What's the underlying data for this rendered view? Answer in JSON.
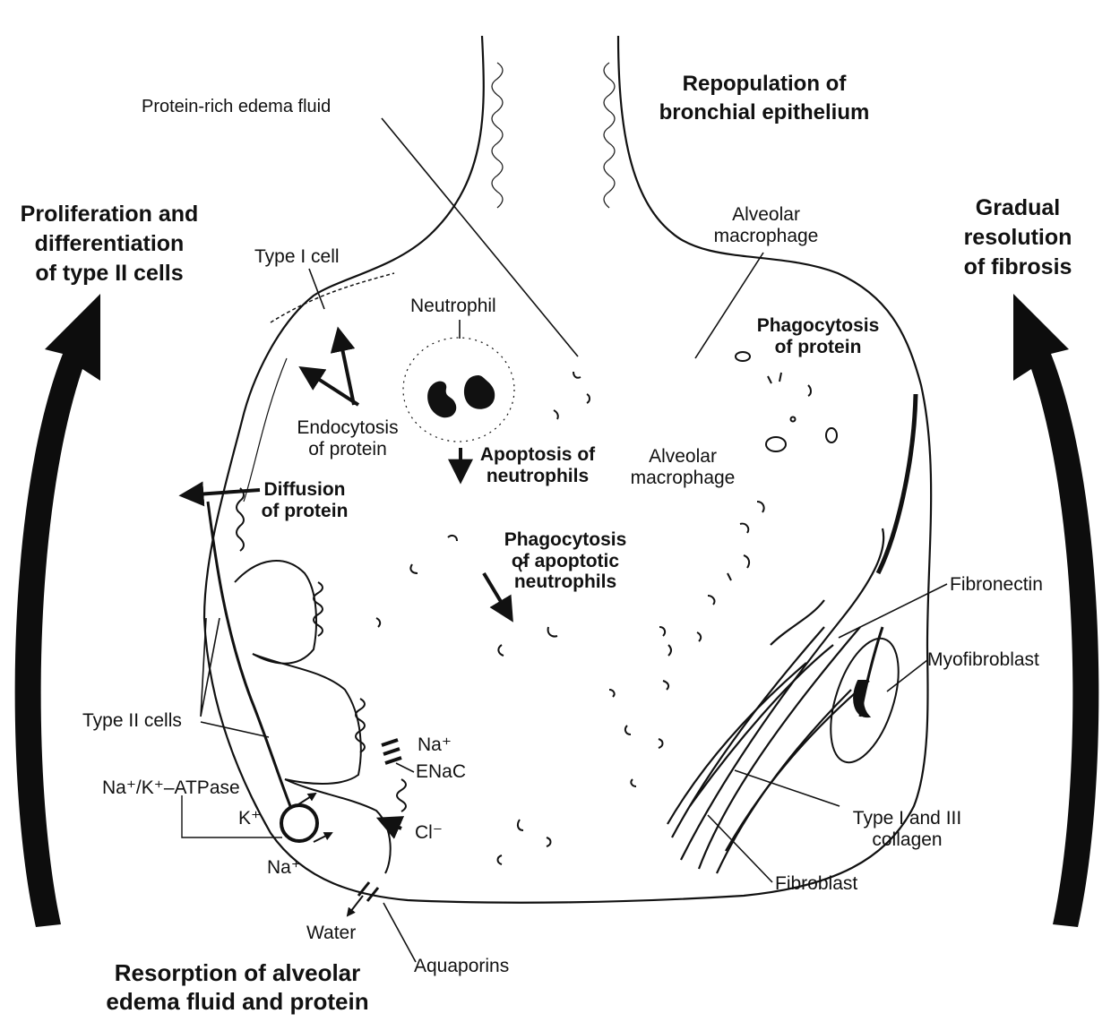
{
  "headings": {
    "left": [
      "Proliferation and",
      "differentiation",
      "of type II cells"
    ],
    "top_right": [
      "Repopulation of",
      "bronchial epithelium"
    ],
    "right": [
      "Gradual",
      "resolution",
      "of fibrosis"
    ],
    "bottom": [
      "Resorption of alveolar",
      "edema fluid and protein"
    ]
  },
  "labels": {
    "protein_edema": "Protein-rich edema fluid",
    "type1_cell": "Type I cell",
    "neutrophil": "Neutrophil",
    "alveolar_macrophage_top": [
      "Alveolar",
      "macrophage"
    ],
    "phagocytosis_protein": [
      "Phagocytosis",
      "of protein"
    ],
    "endocytosis": [
      "Endocytosis",
      "of protein"
    ],
    "apoptosis": [
      "Apoptosis of",
      "neutrophils"
    ],
    "alveolar_macrophage_mid": [
      "Alveolar",
      "macrophage"
    ],
    "diffusion": [
      "Diffusion",
      "of protein"
    ],
    "phagocytosis_apoptotic": [
      "Phagocytosis",
      "of apoptotic",
      "neutrophils"
    ],
    "fibronectin": "Fibronectin",
    "myofibroblast": "Myofibroblast",
    "type2_cells": "Type II cells",
    "na_plus": "Na⁺",
    "enac": "ENaC",
    "na_k_atpase": "Na⁺/K⁺–ATPase",
    "k_plus": "K⁺",
    "cl_minus": "Cl⁻",
    "na_plus_bottom": "Na⁺",
    "collagen": [
      "Type I and III",
      "collagen"
    ],
    "fibroblast": "Fibroblast",
    "water": "Water",
    "aquaporins": "Aquaporins"
  }
}
